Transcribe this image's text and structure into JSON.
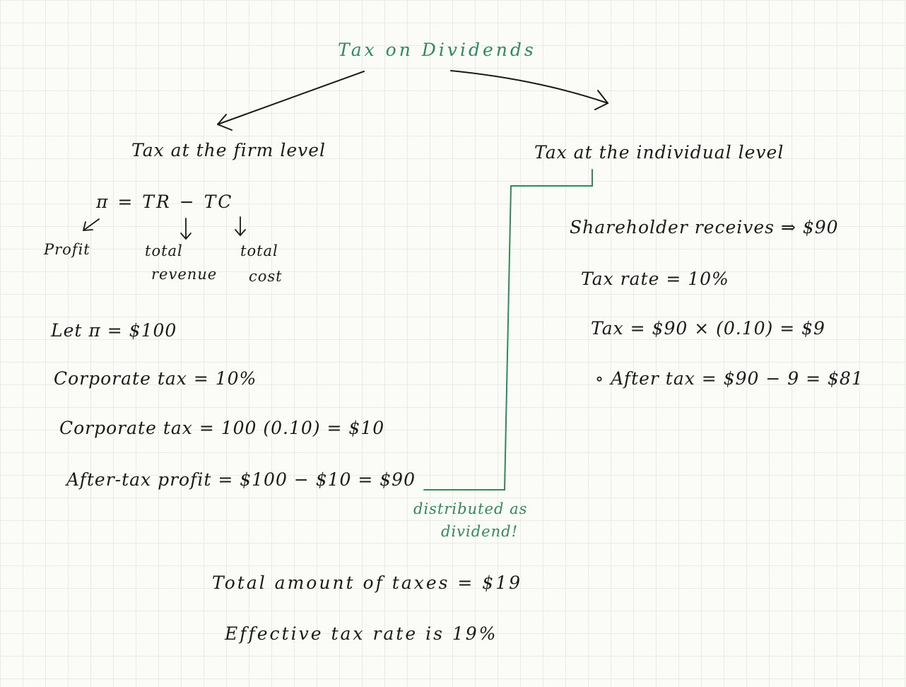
{
  "title": "Tax on Dividends",
  "firm_side": {
    "heading": "Tax at the firm level",
    "equation": "π = TR − TC",
    "labels": {
      "profit": "Profit",
      "total_revenue_line1": "total",
      "total_revenue_line2": "revenue",
      "total_cost_line1": "total",
      "total_cost_line2": "cost"
    },
    "lines": [
      "Let π = $100",
      "Corporate tax = 10%",
      "Corporate tax = 100 (0.10) = $10",
      "After-tax profit = $100 − $10 = $90"
    ],
    "annotation_line1": "distributed as",
    "annotation_line2": "dividend!"
  },
  "individual_side": {
    "heading": "Tax at the individual level",
    "lines": [
      "Shareholder receives ⇒ $90",
      "Tax rate = 10%",
      "Tax = $90 × (0.10) = $9",
      "∘ After tax = $90 − 9 = $81"
    ]
  },
  "summary": {
    "total": "Total amount of taxes = $19",
    "effective": "Effective tax rate is 19%"
  },
  "colors": {
    "ink": "#1a1a1a",
    "green_ink": "#2f8a58",
    "grid": "#e6ece2",
    "paper": "#fbfbf7"
  }
}
